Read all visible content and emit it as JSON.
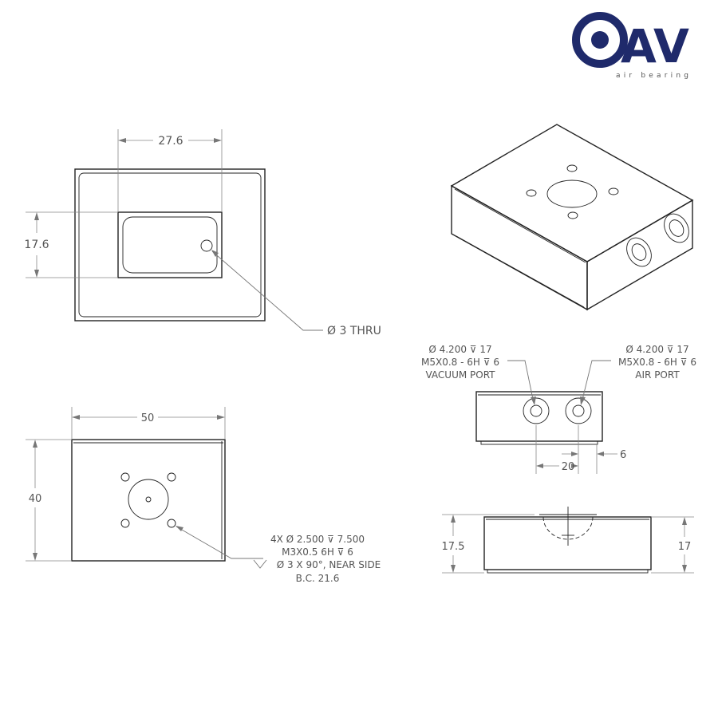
{
  "logo": {
    "mark": "AV",
    "tagline": "air bearing",
    "brand_color": "#1f2a6b"
  },
  "top_view": {
    "width_dim": "27.6",
    "height_dim": "17.6",
    "hole_note": "Ø 3 THRU"
  },
  "bottom_view": {
    "width_dim": "50",
    "height_dim": "40",
    "hole_note": {
      "line1": "4X  Ø 2.500 ⊽ 7.500",
      "line2": "M3X0.5   6H ⊽ 6",
      "line3": "Ø 3 X 90°, NEAR SIDE",
      "line4": "B.C. 21.6"
    }
  },
  "side_view": {
    "vacuum_note": {
      "line1": "Ø 4.200 ⊽ 17",
      "line2": "M5X0.8 - 6H ⊽ 6",
      "line3": "VACUUM PORT"
    },
    "air_note": {
      "line1": "Ø 4.200 ⊽ 17",
      "line2": "M5X0.8 - 6H ⊽ 6",
      "line3": "AIR PORT"
    },
    "spacing_dim": "20",
    "offset_dim": "6"
  },
  "end_view": {
    "left_height_dim": "17.5",
    "right_height_dim": "17"
  }
}
